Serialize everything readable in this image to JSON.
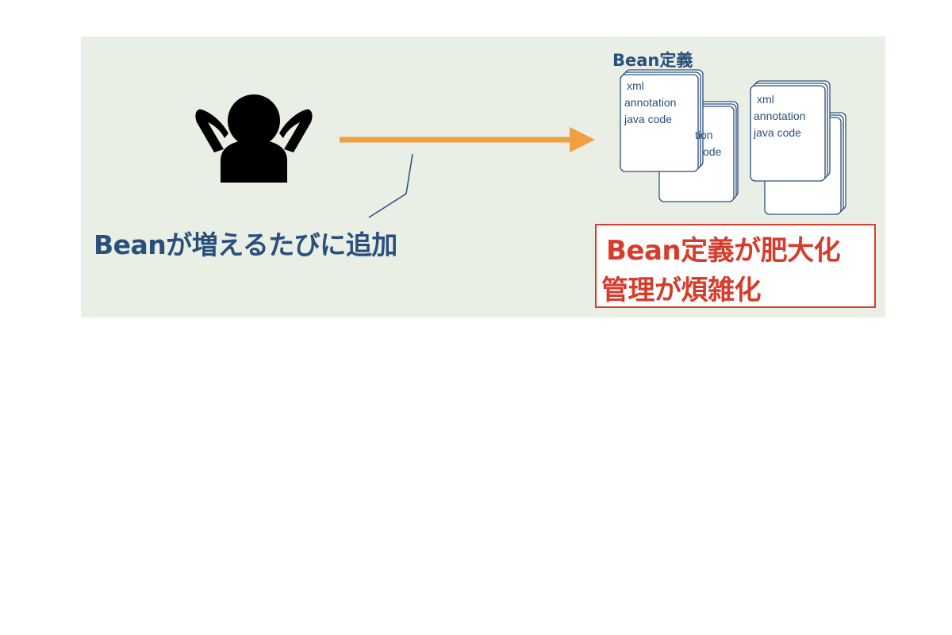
{
  "left_caption": "Beanが増えるたびに追加",
  "stack_title": "Bean定義",
  "card_lines": [
    "xml",
    "annotation",
    "java code"
  ],
  "hidden_fragments": {
    "tion": "tion",
    "ode": "ode"
  },
  "warning": {
    "line1": "Bean定義が肥大化",
    "line2": "管理が煩雑化"
  },
  "colors": {
    "panel_bg": "#e9efe5",
    "arrow": "#f0a040",
    "text_blue": "#2a4f7c",
    "warn_red": "#d63c2c"
  },
  "icons": {
    "person": "person-relaxing-icon",
    "arrow": "right-arrow-icon"
  }
}
